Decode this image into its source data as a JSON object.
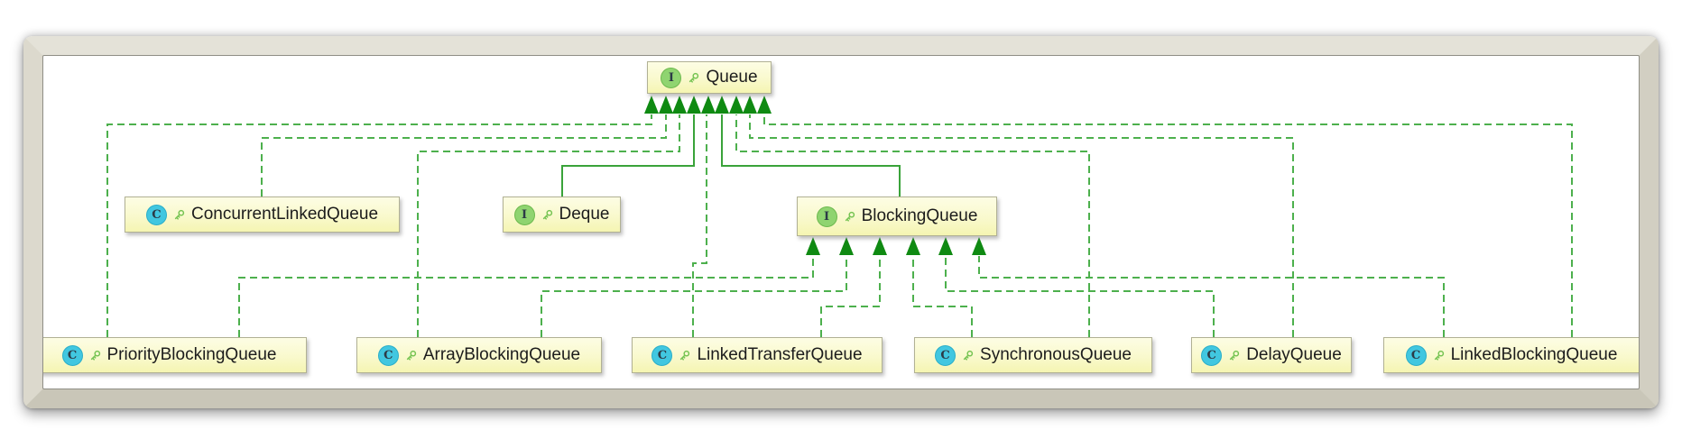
{
  "diagram": {
    "title": "Queue class hierarchy UML diagram",
    "icon_letters": {
      "interface": "I",
      "class": "C"
    },
    "nodes": [
      {
        "id": "queue",
        "label": "Queue",
        "kind": "interface"
      },
      {
        "id": "concurrentlinkedqueue",
        "label": "ConcurrentLinkedQueue",
        "kind": "class"
      },
      {
        "id": "deque",
        "label": "Deque",
        "kind": "interface"
      },
      {
        "id": "blockingqueue",
        "label": "BlockingQueue",
        "kind": "interface"
      },
      {
        "id": "priorityblockingqueue",
        "label": "PriorityBlockingQueue",
        "kind": "class"
      },
      {
        "id": "arrayblockingqueue",
        "label": "ArrayBlockingQueue",
        "kind": "class"
      },
      {
        "id": "linkedtransferqueue",
        "label": "LinkedTransferQueue",
        "kind": "class"
      },
      {
        "id": "synchronousqueue",
        "label": "SynchronousQueue",
        "kind": "class"
      },
      {
        "id": "delayqueue",
        "label": "DelayQueue",
        "kind": "class"
      },
      {
        "id": "linkedblockingqueue",
        "label": "LinkedBlockingQueue",
        "kind": "class"
      }
    ],
    "edges": [
      {
        "from": "PriorityBlockingQueue",
        "to": "Queue",
        "line": "dashed"
      },
      {
        "from": "ConcurrentLinkedQueue",
        "to": "Queue",
        "line": "dashed"
      },
      {
        "from": "ArrayBlockingQueue",
        "to": "Queue",
        "line": "dashed"
      },
      {
        "from": "Deque",
        "to": "Queue",
        "line": "solid"
      },
      {
        "from": "LinkedTransferQueue",
        "to": "Queue",
        "line": "dashed"
      },
      {
        "from": "BlockingQueue",
        "to": "Queue",
        "line": "solid"
      },
      {
        "from": "SynchronousQueue",
        "to": "Queue",
        "line": "dashed"
      },
      {
        "from": "DelayQueue",
        "to": "Queue",
        "line": "dashed"
      },
      {
        "from": "LinkedBlockingQueue",
        "to": "Queue",
        "line": "dashed"
      },
      {
        "from": "PriorityBlockingQueue",
        "to": "BlockingQueue",
        "line": "dashed"
      },
      {
        "from": "ArrayBlockingQueue",
        "to": "BlockingQueue",
        "line": "dashed"
      },
      {
        "from": "LinkedTransferQueue",
        "to": "BlockingQueue",
        "line": "dashed"
      },
      {
        "from": "SynchronousQueue",
        "to": "BlockingQueue",
        "line": "dashed"
      },
      {
        "from": "DelayQueue",
        "to": "BlockingQueue",
        "line": "dashed"
      },
      {
        "from": "LinkedBlockingQueue",
        "to": "BlockingQueue",
        "line": "dashed"
      }
    ],
    "colors": {
      "edge_dashed": "#4db04d",
      "edge_solid": "#3aa33a",
      "arrowhead": "#0f8a12",
      "node_fill_top": "#fdfde4",
      "node_fill_bottom": "#f5f5b2",
      "node_border": "#b1b194",
      "interface_icon_bg": "#8fd470",
      "class_icon_bg": "#41c7e0",
      "key_icon": "#76c453",
      "frame": "#d9d6ca",
      "canvas": "#ffffff"
    }
  }
}
